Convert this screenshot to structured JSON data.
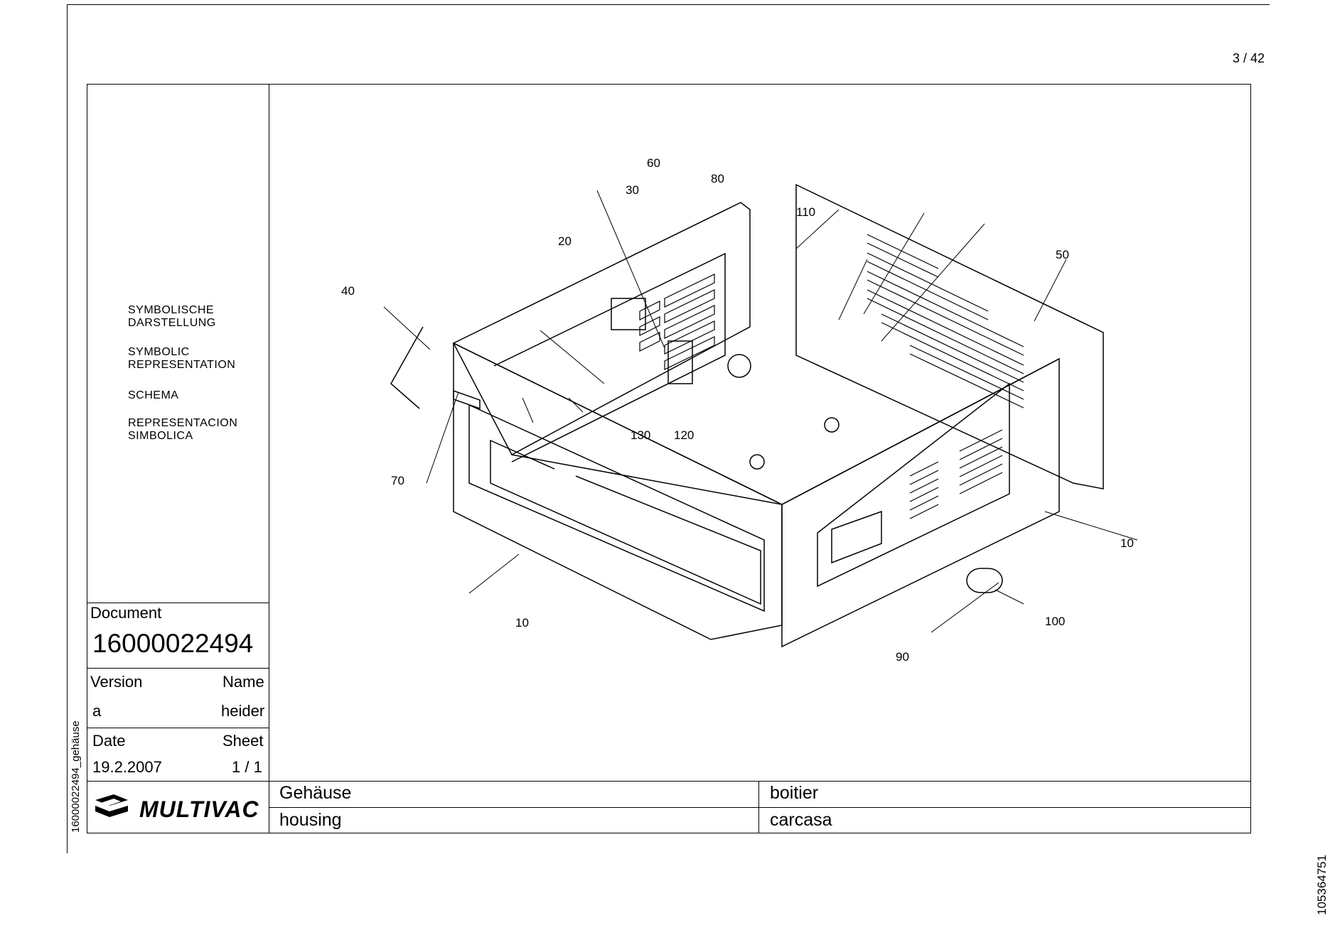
{
  "page_number": "3 / 42",
  "side_reference": "105364751",
  "file_reference": "16000022494_gehäuse",
  "symbolic": {
    "de": [
      "SYMBOLISCHE",
      "DARSTELLUNG"
    ],
    "en": [
      "SYMBOLIC",
      "REPRESENTATION"
    ],
    "fr": [
      "SCHEMA"
    ],
    "es": [
      "REPRESENTACION",
      "SIMBOLICA"
    ]
  },
  "title_block": {
    "document_label": "Document",
    "document_number": "16000022494",
    "version_label": "Version",
    "name_label": "Name",
    "version_value": "a",
    "name_value": "heider",
    "date_label": "Date",
    "sheet_label": "Sheet",
    "date_value": "19.2.2007",
    "sheet_value": "1 / 1",
    "logo_text": "MULTIVAC",
    "title_de": "Gehäuse",
    "title_fr": "boitier",
    "title_en": "housing",
    "title_es": "carcasa"
  },
  "callouts": [
    "10",
    "10",
    "20",
    "30",
    "40",
    "50",
    "60",
    "70",
    "80",
    "90",
    "100",
    "110",
    "120",
    "130"
  ]
}
